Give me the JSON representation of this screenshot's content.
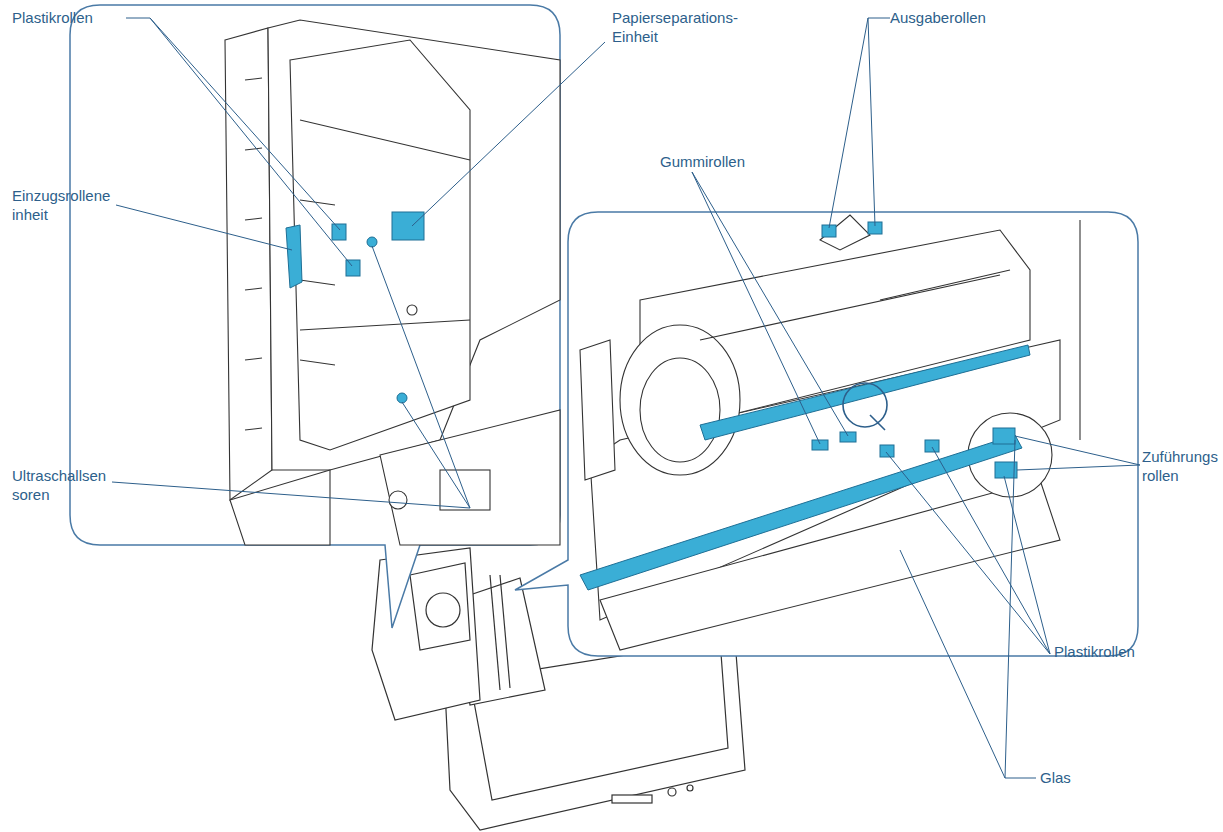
{
  "diagram": {
    "labels": [
      "Plastikrollen",
      "Papierseparations- Einheit",
      "Ausgaberollen",
      "Gummirollen",
      "Einzugsrollene inheit",
      "Zuführungs rollen",
      "Ultraschallsen soren",
      "Plastikrollen",
      "Glas"
    ]
  }
}
